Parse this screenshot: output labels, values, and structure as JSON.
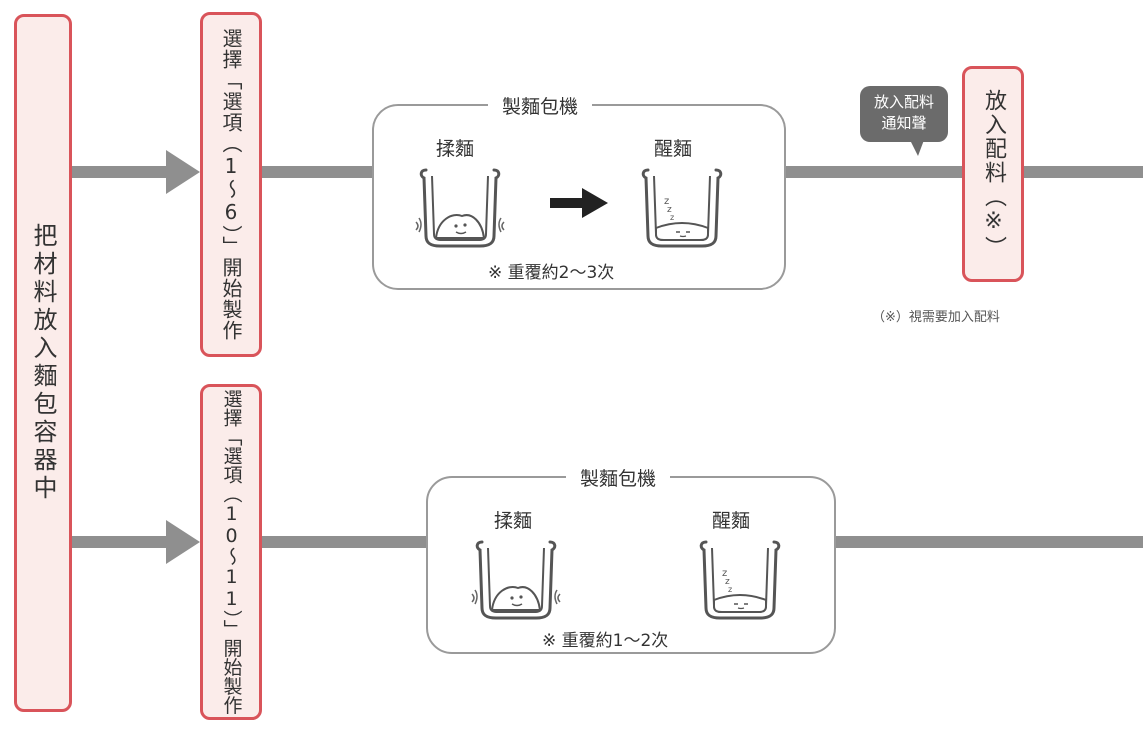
{
  "start": {
    "text": "把材料放入麵包容器中"
  },
  "row1": {
    "select_text": "選擇「選項（1～6）」開始製作",
    "panel_title": "製麵包機",
    "step1_label": "揉麵",
    "step2_label": "醒麵",
    "repeat_note": "※ 重覆約2～3次",
    "bubble_line1": "放入配料",
    "bubble_line2": "通知聲",
    "add_text": "放入配料（※）",
    "footnote": "（※）視需要加入配料"
  },
  "row2": {
    "select_text": "選擇「選項（10～11）」開始製作",
    "panel_title": "製麵包機",
    "step1_label": "揉麵",
    "step2_label": "醒麵",
    "repeat_note": "※ 重覆約1～2次"
  },
  "colors": {
    "accent": "#d9545a",
    "box_fill": "#fbecea",
    "line": "#8f8f8f",
    "bubble": "#6b6b6b"
  }
}
